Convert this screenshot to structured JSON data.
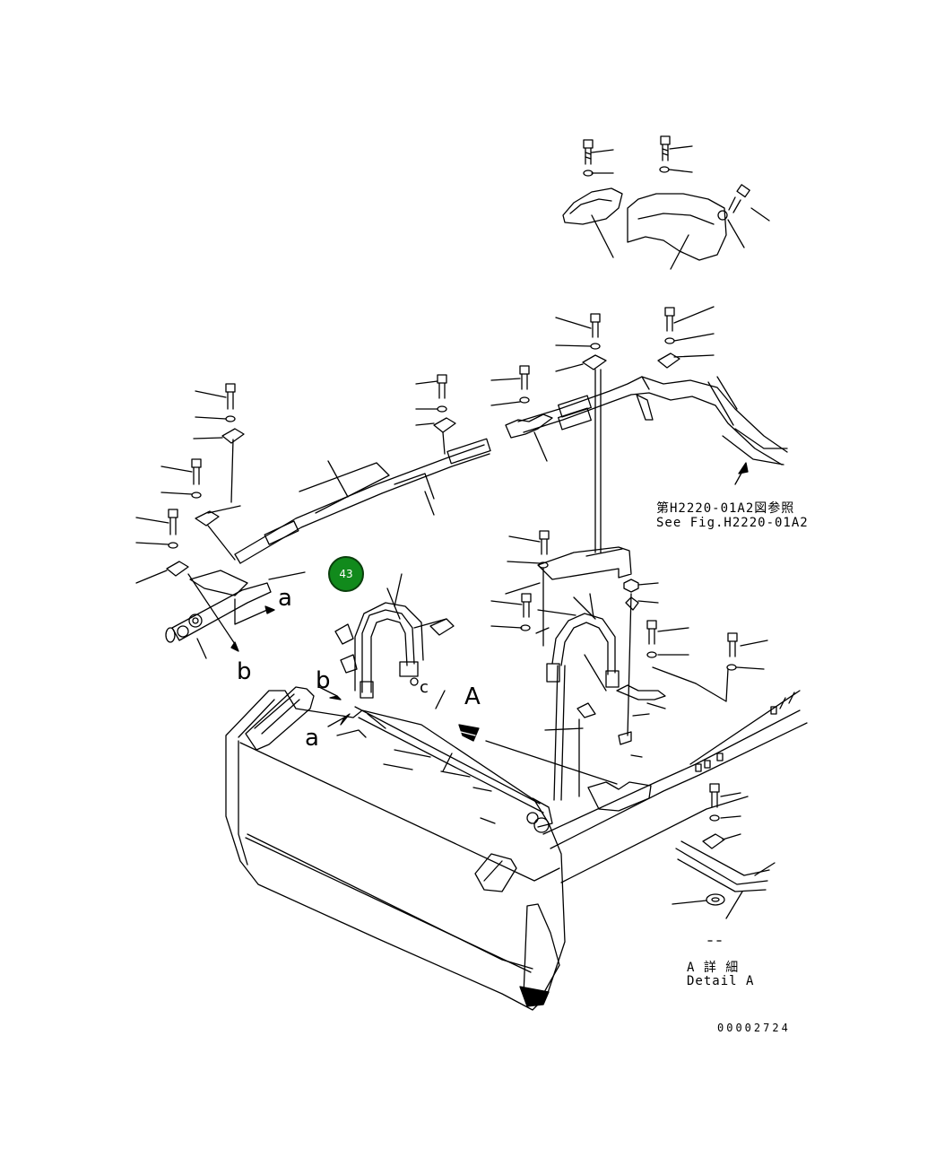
{
  "callout_badge": {
    "label": "43",
    "color": "#118a1c"
  },
  "see_figure": {
    "jp": "第H2220-01A2図参照",
    "en": "See Fig.H2220-01A2"
  },
  "detail": {
    "jp": "A 詳 細",
    "en": "Detail A"
  },
  "view_letters": {
    "A": "A",
    "a": "a",
    "b": "b",
    "c": "c"
  },
  "drawing_number": "00002724"
}
